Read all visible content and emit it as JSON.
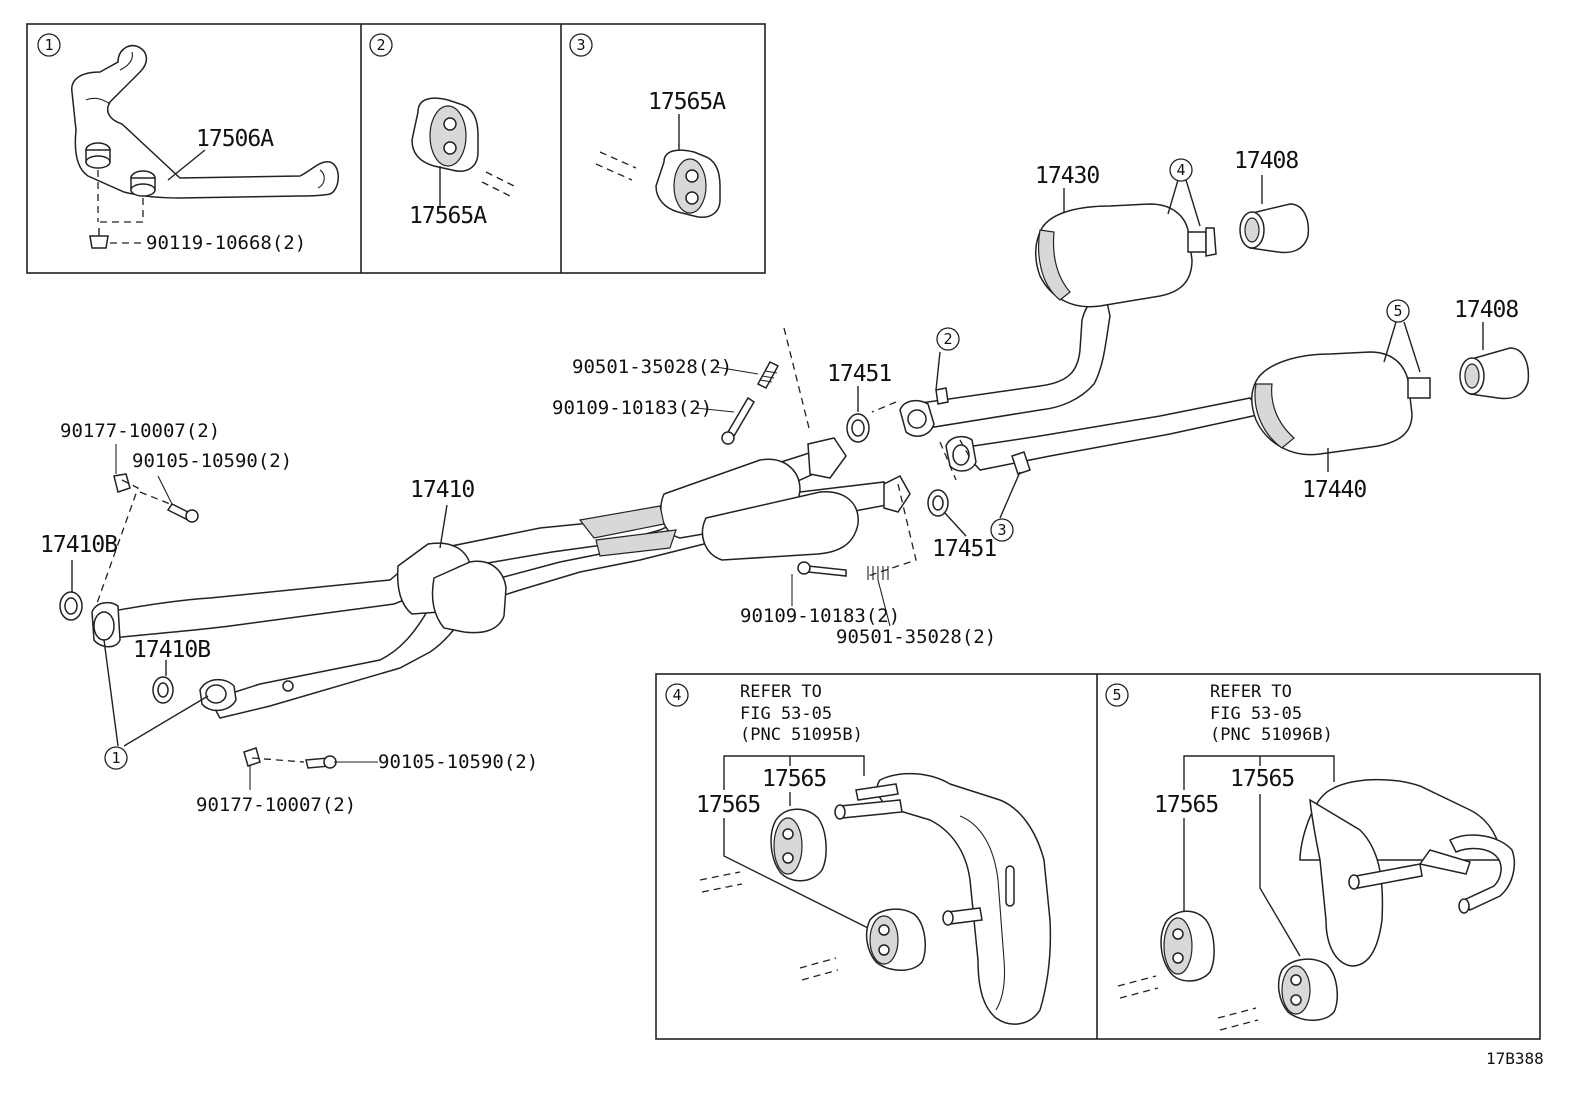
{
  "insets": [
    {
      "number": "1",
      "parts": [
        "17506A",
        "90119-10668(2)"
      ]
    },
    {
      "number": "2",
      "parts": [
        "17565A"
      ]
    },
    {
      "number": "3",
      "parts": [
        "17565A"
      ]
    }
  ],
  "main_parts": {
    "p17430": "17430",
    "p17408_upper": "17408",
    "p17408_lower": "17408",
    "p17440": "17440",
    "p17410": "17410",
    "p17410B_upper": "17410B",
    "p17410B_lower": "17410B",
    "p17451_upper": "17451",
    "p17451_lower": "17451",
    "bolt_90501_upper": "90501-35028(2)",
    "bolt_90109_upper": "90109-10183(2)",
    "nut_90177_upper": "90177-10007(2)",
    "bolt_90105_upper": "90105-10590(2)",
    "bolt_90109_lower": "90109-10183(2)",
    "bolt_90501_lower": "90501-35028(2)",
    "bolt_90105_lower": "90105-10590(2)",
    "nut_90177_lower": "90177-10007(2)"
  },
  "callouts": {
    "c1": "1",
    "c2": "2",
    "c3": "3",
    "c4": "4",
    "c5": "5"
  },
  "detail_boxes": [
    {
      "number": "4",
      "refer_line1": "REFER TO",
      "refer_line2": "FIG 53-05",
      "pnc": "(PNC 51095B)",
      "part_a": "17565",
      "part_b": "17565"
    },
    {
      "number": "5",
      "refer_line1": "REFER TO",
      "refer_line2": "FIG 53-05",
      "pnc": "(PNC 51096B)",
      "part_a": "17565",
      "part_b": "17565"
    }
  ],
  "figure_code": "17B388"
}
